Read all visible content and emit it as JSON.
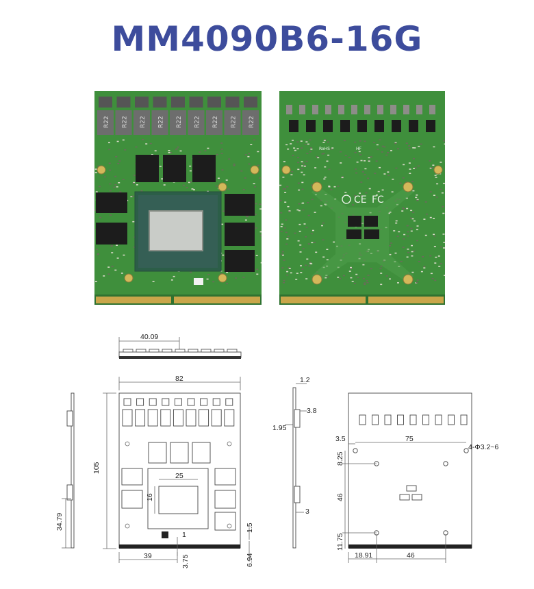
{
  "title": "MM4090B6-16G",
  "colors": {
    "title": "#3d4c9c",
    "pcb": "#3f8f3c",
    "pcb_dark": "#2f7230",
    "gold": "#c9a64a"
  },
  "icons": {
    "front_board": "pcb-front-photo",
    "back_board": "pcb-back-photo"
  },
  "back_markings": {
    "ce": "CE",
    "fc": "FC",
    "rohs": "RoHS",
    "hf": "HF"
  },
  "inductor_label": "R22",
  "dims": {
    "d4009": "40.09",
    "d82": "82",
    "d105": "105",
    "d25": "25",
    "d16": "16",
    "d1": "1",
    "d15": "1.5",
    "d39": "39",
    "d375": "3.75",
    "d694": "6.94",
    "d3479": "34.79",
    "d12": "1.2",
    "d38": "3.8",
    "d195": "1.95",
    "d3": "3",
    "d35": "3.5",
    "d75": "75",
    "d825": "8.25",
    "d46v": "46",
    "d1175": "11.75",
    "d1891": "18.91",
    "d46h": "46",
    "hole": "4-Φ3.2~6"
  }
}
